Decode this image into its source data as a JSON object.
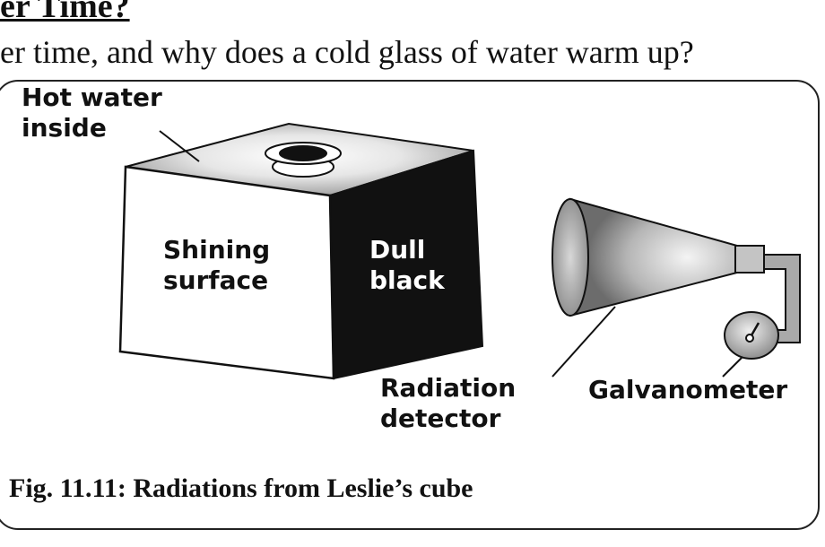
{
  "page": {
    "heading": "er Time?",
    "question": "er time, and why does a cold glass of water warm up?"
  },
  "diagram": {
    "labels": {
      "hot_water": "Hot water\ninside",
      "shining_surface": "Shining\nsurface",
      "dull_black": "Dull\nblack",
      "radiation_detector": "Radiation\ndetector",
      "galvanometer": "Galvanometer"
    },
    "caption": "Fig. 11.11: Radiations from Leslie’s cube"
  },
  "colors": {
    "dull_face": "#111111",
    "shining_face": "#ffffff",
    "top_face": "#d6d6d6",
    "outline": "#111111"
  }
}
